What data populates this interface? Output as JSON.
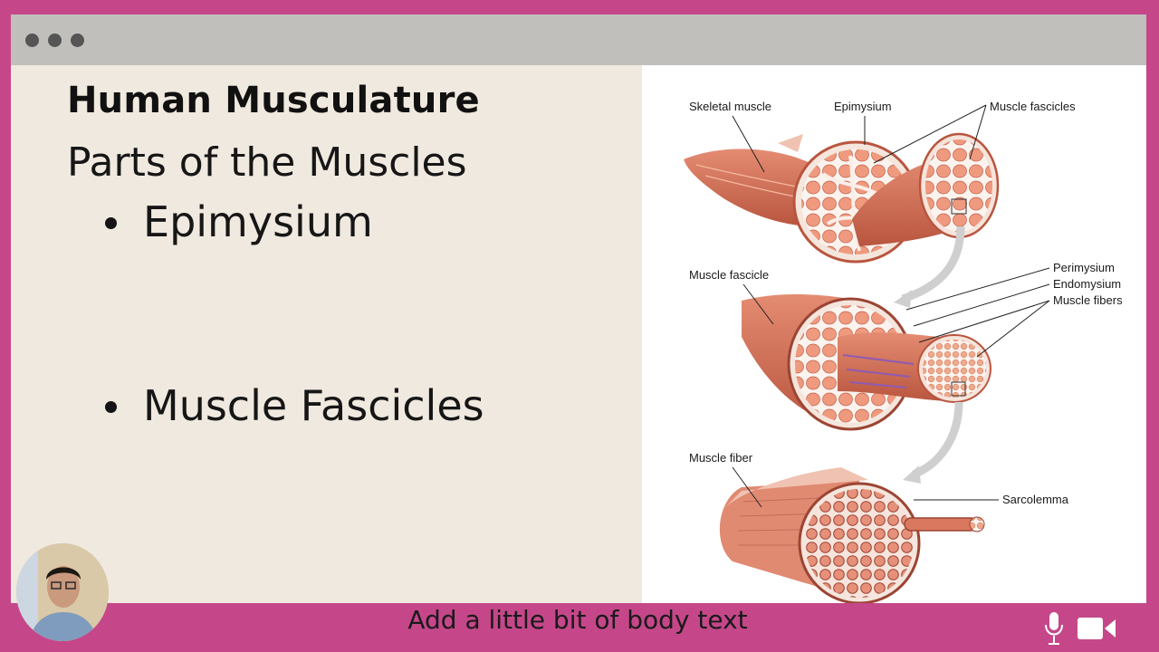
{
  "slide": {
    "title": "Human Musculature",
    "subtitle": "Parts of the Muscles",
    "bullets": [
      "Epimysium",
      "Muscle Fascicles"
    ]
  },
  "illustration": {
    "labels": {
      "skeletal_muscle": "Skeletal muscle",
      "epimysium": "Epimysium",
      "muscle_fascicles": "Muscle fascicles",
      "muscle_fascicle": "Muscle fascicle",
      "perimysium": "Perimysium",
      "endomysium": "Endomysium",
      "muscle_fibers": "Muscle fibers",
      "muscle_fiber": "Muscle fiber",
      "sarcolemma": "Sarcolemma"
    }
  },
  "footer": {
    "caption": "Add a little bit of body text",
    "icons": [
      "microphone-icon",
      "video-camera-icon"
    ]
  },
  "colors": {
    "frame": "#c5478a",
    "slide_background": "#f0e9df",
    "titlebar": "#c1bfbc",
    "muscle": "#d9775f",
    "muscle_light": "#f2a988",
    "muscle_dark": "#b2503b"
  }
}
